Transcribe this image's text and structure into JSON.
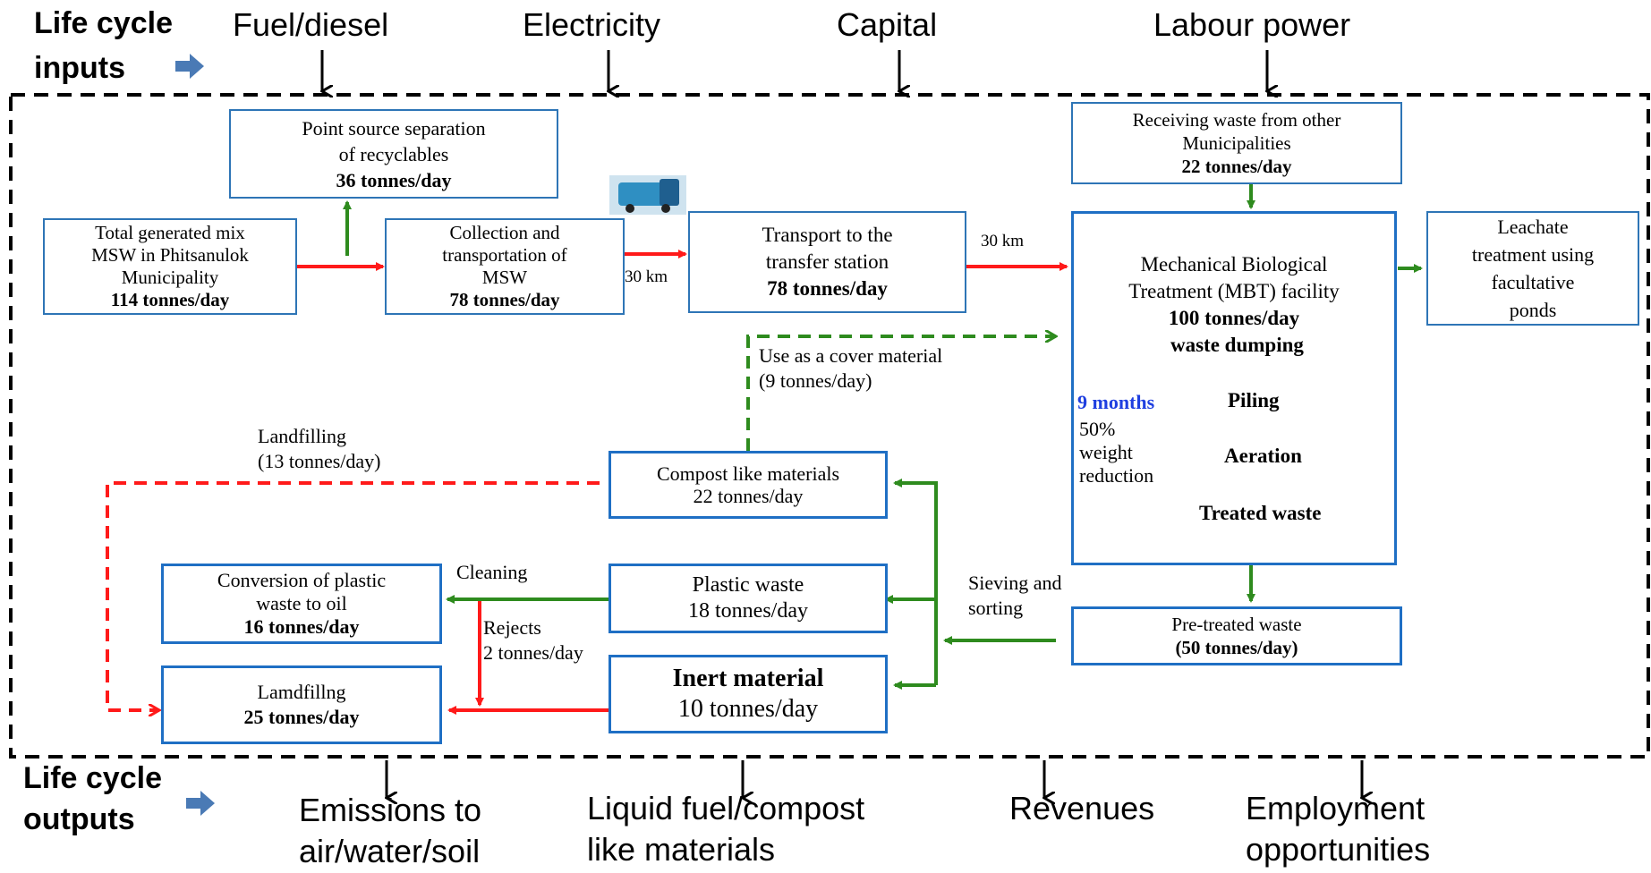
{
  "inputs": {
    "label_line1": "Life cycle",
    "label_line2": "inputs",
    "items": [
      "Fuel/diesel",
      "Electricity",
      "Capital",
      "Labour power"
    ]
  },
  "outputs": {
    "label_line1": "Life cycle",
    "label_line2": "outputs",
    "items": [
      {
        "line1": "Emissions to",
        "line2": "air/water/soil"
      },
      {
        "line1": "Liquid fuel/compost",
        "line2": "like materials"
      },
      {
        "line1": "Revenues",
        "line2": ""
      },
      {
        "line1": "Employment",
        "line2": "opportunities"
      }
    ]
  },
  "boxes": {
    "separation": {
      "line1": "Point source  separation",
      "line2": "of recyclables",
      "value": "36 tonnes/day"
    },
    "generated": {
      "line1": "Total generated  mix",
      "line2": "MSW in Phitsanulok",
      "line3": "Municipality",
      "value": "114 tonnes/day"
    },
    "collection": {
      "line1": "Collection and",
      "line2": "transportation of",
      "line3": "MSW",
      "value": "78 tonnes/day"
    },
    "transport": {
      "line1": "Transport to the",
      "line2": "transfer station",
      "value": "78 tonnes/day"
    },
    "receiving": {
      "line1": "Receiving waste from other",
      "line2": "Municipalities",
      "value": "22 tonnes/day"
    },
    "mbt": {
      "line1": "Mechanical Biological",
      "line2": "Treatment (MBT) facility",
      "value": "100 tonnes/day",
      "step1": "waste dumping",
      "step2": "Piling",
      "step3": "Aeration",
      "step4": "Treated   waste",
      "duration": "9 months",
      "reduction1": "50%",
      "reduction2": "weight",
      "reduction3": "reduction"
    },
    "leachate": {
      "line1": "Leachate",
      "line2": "treatment using",
      "line3": "facultative",
      "line4": "ponds"
    },
    "compost": {
      "line1": "Compost like materials",
      "line2": "22 tonnes/day"
    },
    "plastic": {
      "line1": "Plastic waste",
      "line2": "18 tonnes/day"
    },
    "inert": {
      "line1": "Inert material",
      "line2": "10 tonnes/day"
    },
    "pretreated": {
      "line1": "Pre-treated waste",
      "value": "(50 tonnes/day)"
    },
    "conversion": {
      "line1": "Conversion of plastic",
      "line2": "waste to oil",
      "value": "16 tonnes/day"
    },
    "landfill": {
      "line1": "Lamdfillng",
      "value": "25 tonnes/day"
    }
  },
  "annotations": {
    "km1": "30 km",
    "km2": "30 km",
    "cover1": "Use as a cover  material",
    "cover2": "(9 tonnes/day)",
    "landfilling1": "Landfilling",
    "landfilling2": "(13 tonnes/day)",
    "sieving1": "Sieving and",
    "sieving2": "sorting",
    "cleaning": "Cleaning",
    "rejects1": "Rejects",
    "rejects2": "2 tonnes/day"
  },
  "colors": {
    "flow_green": "#2e8b1e",
    "flow_red": "#ff1a1a",
    "box_border": "#2e75b6",
    "accent_blue": "#1f3fe0",
    "input_arrow": "#4a7ab5"
  }
}
